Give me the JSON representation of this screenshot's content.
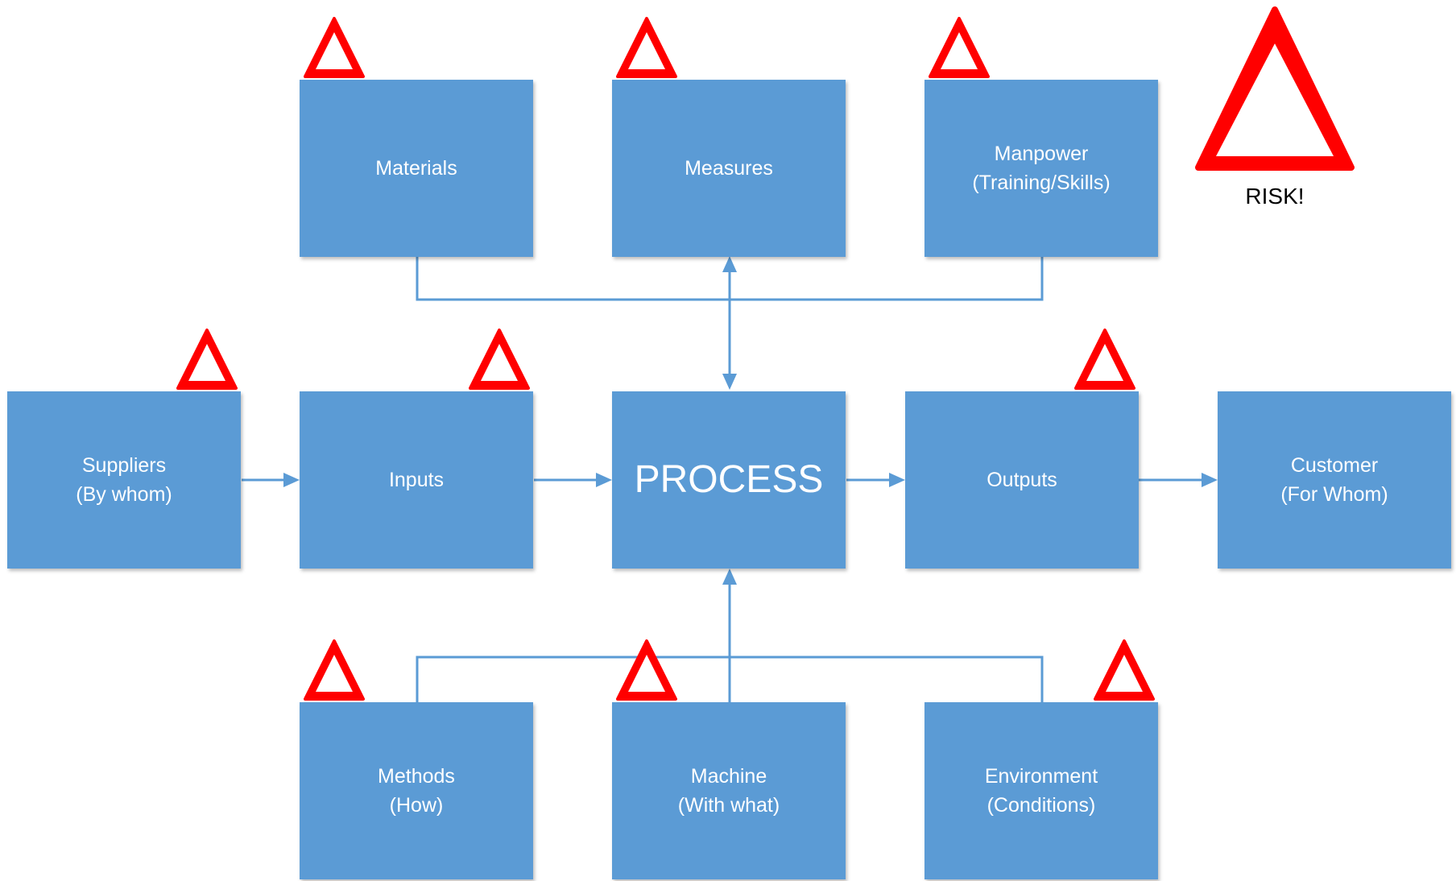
{
  "colors": {
    "box_fill": "#5b9bd5",
    "box_text": "#ffffff",
    "connector": "#5b9bd5",
    "risk_fill": "#ff0000",
    "risk_inner": "#ffffff"
  },
  "boxes": {
    "materials": {
      "lines": [
        "Materials"
      ]
    },
    "measures": {
      "lines": [
        "Measures"
      ]
    },
    "manpower": {
      "lines": [
        "Manpower",
        "(Training/Skills)"
      ]
    },
    "suppliers": {
      "lines": [
        "Suppliers",
        "(By whom)"
      ]
    },
    "inputs": {
      "lines": [
        "Inputs"
      ]
    },
    "process": {
      "lines": [
        "PROCESS"
      ]
    },
    "outputs": {
      "lines": [
        "Outputs"
      ]
    },
    "customer": {
      "lines": [
        "Customer",
        "(For Whom)"
      ]
    },
    "methods": {
      "lines": [
        "Methods",
        "(How)"
      ]
    },
    "machine": {
      "lines": [
        "Machine",
        "(With what)"
      ]
    },
    "environment": {
      "lines": [
        "Environment",
        "(Conditions)"
      ]
    }
  },
  "legend": {
    "risk_icon": "warning-triangle-icon",
    "label": "RISK!"
  }
}
